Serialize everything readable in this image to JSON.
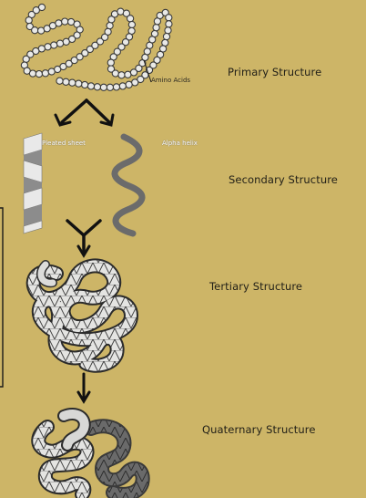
{
  "diagram": {
    "levels": [
      {
        "label": "Primary Structure",
        "annotation": "Amino Acids"
      },
      {
        "label": "Secondary Structure",
        "annotations": [
          "Pleated sheet",
          "Alpha helix"
        ]
      },
      {
        "label": "Tertiary Structure"
      },
      {
        "label": "Quaternary Structure"
      }
    ],
    "colors": {
      "background": "#cdb567",
      "bead": "#e9e9e6",
      "bead_outline": "#3a3a3a",
      "sheet_light": "#e8e8e8",
      "sheet_dark": "#8a8a8a",
      "helix": "#6b6b6b",
      "arrow": "#111111"
    }
  }
}
